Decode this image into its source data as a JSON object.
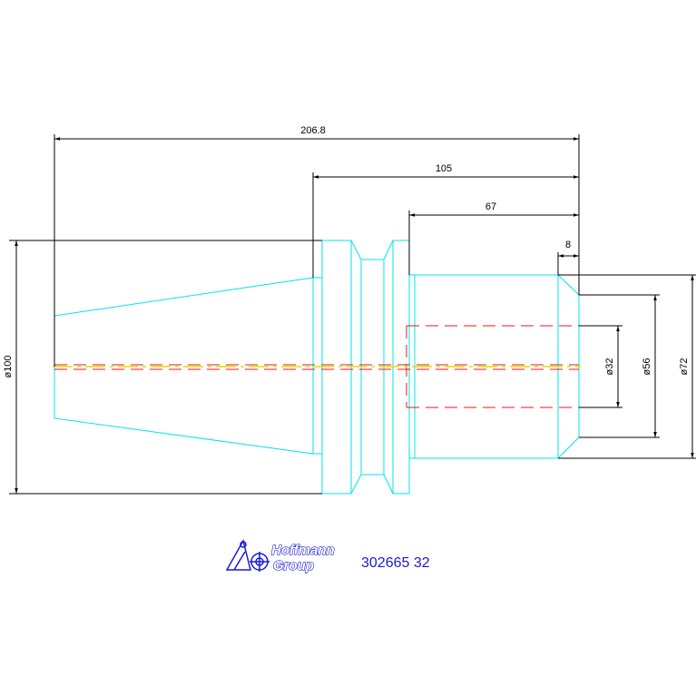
{
  "dimensions": {
    "overall_length": "206.8",
    "length_105": "105",
    "length_67": "67",
    "chamfer_8": "8",
    "dia_100": "ø100",
    "dia_32": "ø32",
    "dia_56": "ø56",
    "dia_72": "ø72"
  },
  "logo": {
    "line1": "Hoffmann",
    "line2": "Group"
  },
  "part_number": "302665 32",
  "colors": {
    "outline": "#00e5ee",
    "dimension": "#000000",
    "hidden": "#e81818",
    "centerline": "#e8d800",
    "brand": "#1a1ad6"
  },
  "icons": {
    "logo_mark": "hoffmann-logo-icon"
  }
}
